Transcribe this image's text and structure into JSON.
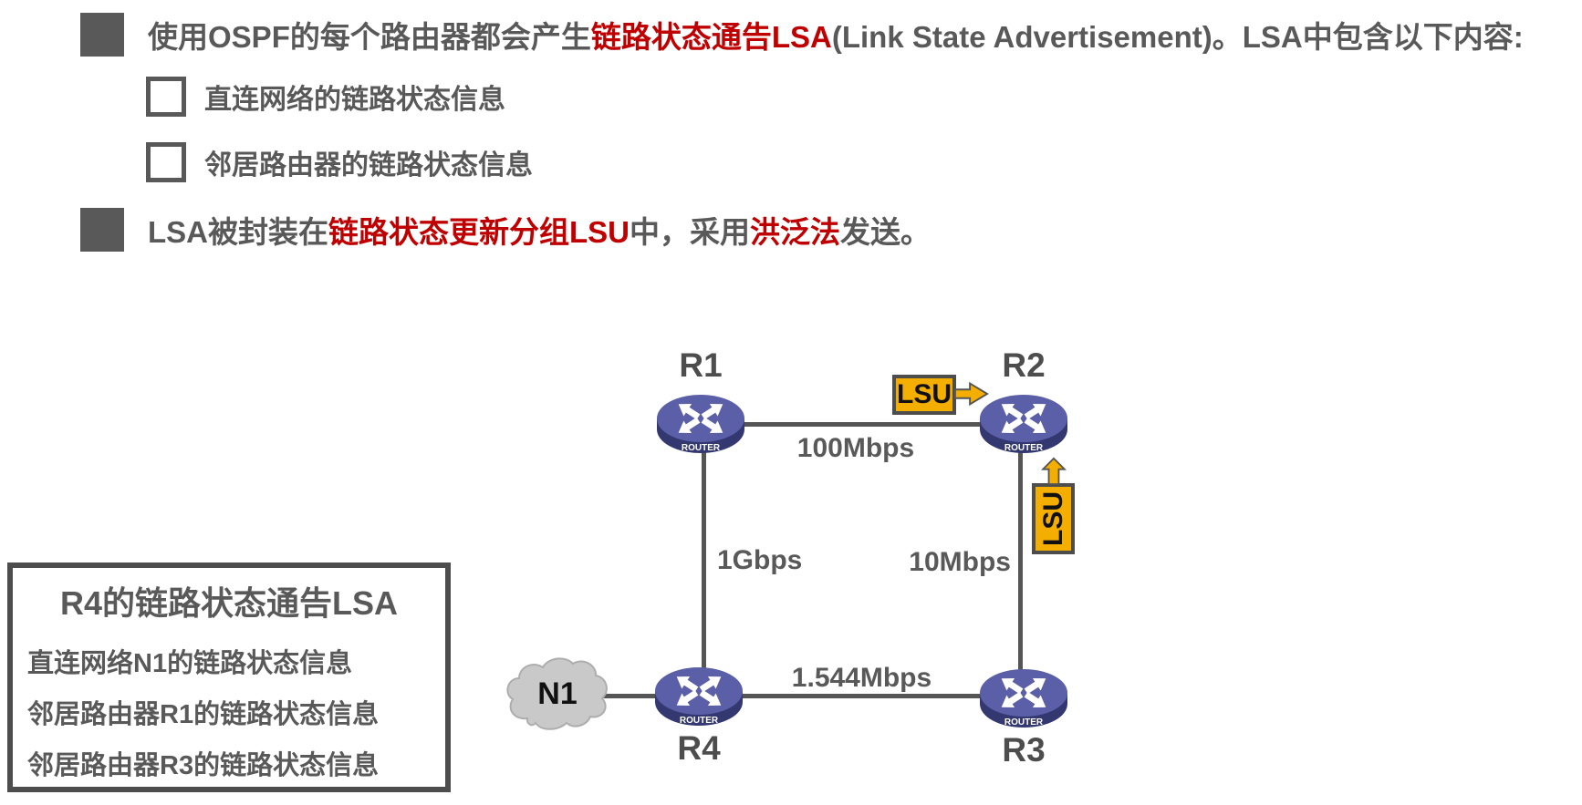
{
  "colors": {
    "text_gray": "#595959",
    "text_red": "#C00000",
    "link_line": "#555555",
    "lsu_yellow": "#F3AE00",
    "router_top": "#5A5FA8",
    "router_side": "#343870",
    "cloud_gray": "#C9C9C9"
  },
  "bullets": [
    {
      "level": 1,
      "segments": [
        {
          "text": "使用OSPF的每个路由器都会产生",
          "color": "gray"
        },
        {
          "text": "链路状态通告LSA",
          "color": "red"
        },
        {
          "text": "(Link State Advertisement)。LSA中包含以下内容:",
          "color": "gray"
        }
      ]
    },
    {
      "level": 2,
      "text": "直连网络的链路状态信息"
    },
    {
      "level": 2,
      "text": "邻居路由器的链路状态信息"
    },
    {
      "level": 1,
      "segments": [
        {
          "text": "LSA被封装在",
          "color": "gray"
        },
        {
          "text": "链路状态更新分组LSU",
          "color": "red"
        },
        {
          "text": "中，采用",
          "color": "gray"
        },
        {
          "text": "洪泛法",
          "color": "red"
        },
        {
          "text": "发送。",
          "color": "gray"
        }
      ]
    }
  ],
  "info_box": {
    "title": "R4的链路状态通告LSA",
    "lines": [
      "直连网络N1的链路状态信息",
      "邻居路由器R1的链路状态信息",
      "邻居路由器R3的链路状态信息"
    ]
  },
  "diagram": {
    "routers": [
      {
        "id": "R1",
        "label": "R1",
        "sublabel": "ROUTER"
      },
      {
        "id": "R2",
        "label": "R2",
        "sublabel": "ROUTER"
      },
      {
        "id": "R3",
        "label": "R3",
        "sublabel": "ROUTER"
      },
      {
        "id": "R4",
        "label": "R4",
        "sublabel": "ROUTER"
      }
    ],
    "cloud": {
      "label": "N1"
    },
    "links": [
      {
        "from": "R1",
        "to": "R2",
        "label": "100Mbps"
      },
      {
        "from": "R1",
        "to": "R4",
        "label": "1Gbps"
      },
      {
        "from": "R2",
        "to": "R3",
        "label": "10Mbps"
      },
      {
        "from": "R4",
        "to": "R3",
        "label": "1.544Mbps"
      },
      {
        "from": "N1",
        "to": "R4",
        "label": ""
      }
    ],
    "lsu_badges": [
      {
        "text": "LSU",
        "arrow": "right",
        "meaning": "LSU sent from R1 to R2"
      },
      {
        "text": "LSU",
        "arrow": "up",
        "meaning": "LSU sent from R3 to R2"
      }
    ]
  }
}
